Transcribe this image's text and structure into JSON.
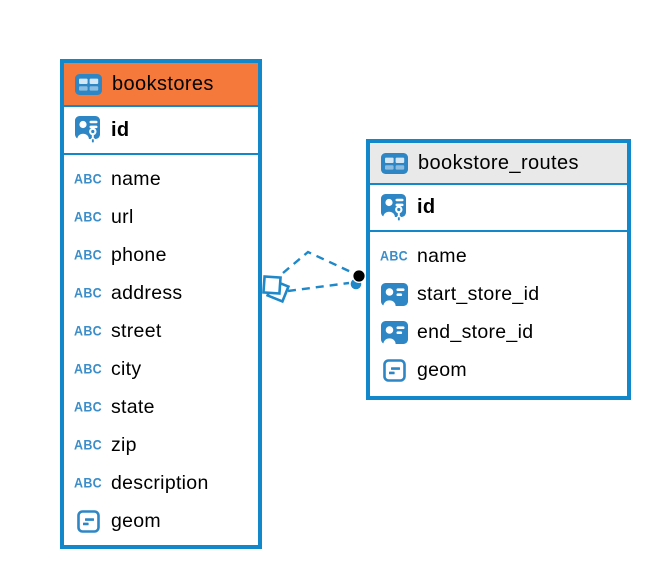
{
  "diagram": {
    "tables": [
      {
        "name": "bookstores",
        "header_bg": "#F5793B",
        "columns": [
          {
            "name": "id",
            "type_icon": "primary-key"
          },
          {
            "name": "name",
            "type_icon": "varchar"
          },
          {
            "name": "url",
            "type_icon": "varchar"
          },
          {
            "name": "phone",
            "type_icon": "varchar"
          },
          {
            "name": "address",
            "type_icon": "varchar"
          },
          {
            "name": "street",
            "type_icon": "varchar"
          },
          {
            "name": "city",
            "type_icon": "varchar"
          },
          {
            "name": "state",
            "type_icon": "varchar"
          },
          {
            "name": "zip",
            "type_icon": "varchar"
          },
          {
            "name": "description",
            "type_icon": "varchar"
          },
          {
            "name": "geom",
            "type_icon": "geometry"
          }
        ]
      },
      {
        "name": "bookstore_routes",
        "header_bg": "#E9E9E9",
        "columns": [
          {
            "name": "id",
            "type_icon": "primary-key"
          },
          {
            "name": "name",
            "type_icon": "varchar"
          },
          {
            "name": "start_store_id",
            "type_icon": "reference"
          },
          {
            "name": "end_store_id",
            "type_icon": "reference"
          },
          {
            "name": "geom",
            "type_icon": "geometry"
          }
        ]
      }
    ],
    "connector": {
      "style": "dashed",
      "line_count": 2,
      "source_symbol": "double-diamond",
      "target_symbol": "double-circle",
      "color": "#1E88C9"
    }
  },
  "icons": {
    "varchar_glyph": "ABC"
  },
  "colors": {
    "table_border": "#1287C9",
    "accent_blue": "#2E86C5",
    "header_orange": "#F5793B",
    "header_gray": "#E9E9E9",
    "connector_blue": "#1E88C9",
    "background": "#ffffff",
    "text": "#000000"
  }
}
